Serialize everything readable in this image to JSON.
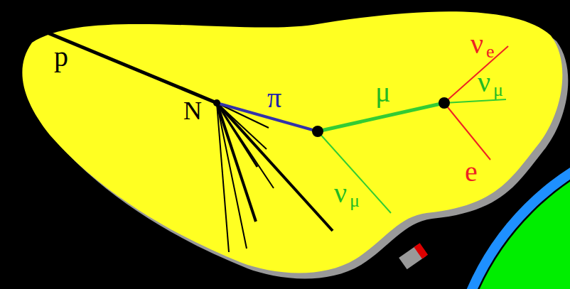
{
  "diagram": {
    "labels": [
      "p",
      "N",
      "π",
      "μ",
      "ν",
      "e",
      "ν",
      "μ",
      "e",
      "ν",
      "μ"
    ]
  }
}
